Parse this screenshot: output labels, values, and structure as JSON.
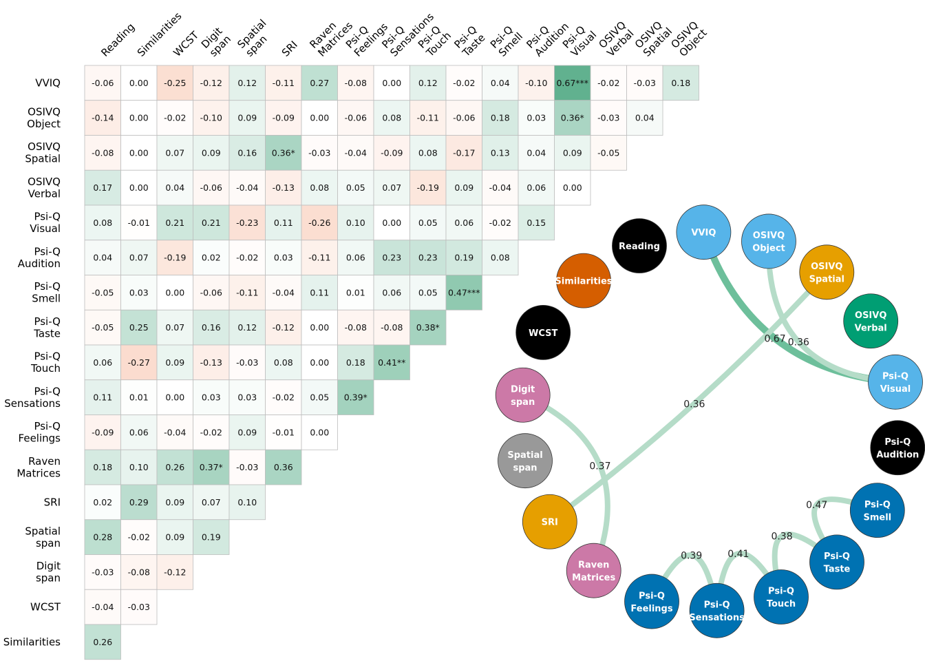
{
  "chart_data": [
    {
      "type": "heatmap",
      "columns": [
        [
          "Reading"
        ],
        [
          "Similarities"
        ],
        [
          "WCST"
        ],
        [
          "Digit",
          "span"
        ],
        [
          "Spatial",
          "span"
        ],
        [
          "SRI"
        ],
        [
          "Raven",
          "Matrices"
        ],
        [
          "Psi-Q",
          "Feelings"
        ],
        [
          "Psi-Q",
          "Sensations"
        ],
        [
          "Psi-Q",
          "Touch"
        ],
        [
          "Psi-Q",
          "Taste"
        ],
        [
          "Psi-Q",
          "Smell"
        ],
        [
          "Psi-Q",
          "Audition"
        ],
        [
          "Psi-Q",
          "Visual"
        ],
        [
          "OSIVQ",
          "Verbal"
        ],
        [
          "OSIVQ",
          "Spatial"
        ],
        [
          "OSIVQ",
          "Object"
        ]
      ],
      "rows": [
        [
          "VVIQ"
        ],
        [
          "OSIVQ",
          "Object"
        ],
        [
          "OSIVQ",
          "Spatial"
        ],
        [
          "OSIVQ",
          "Verbal"
        ],
        [
          "Psi-Q",
          "Visual"
        ],
        [
          "Psi-Q",
          "Audition"
        ],
        [
          "Psi-Q",
          "Smell"
        ],
        [
          "Psi-Q",
          "Taste"
        ],
        [
          "Psi-Q",
          "Touch"
        ],
        [
          "Psi-Q",
          "Sensations"
        ],
        [
          "Psi-Q",
          "Feelings"
        ],
        [
          "Raven",
          "Matrices"
        ],
        [
          "SRI"
        ],
        [
          "Spatial",
          "span"
        ],
        [
          "Digit",
          "span"
        ],
        [
          "WCST"
        ],
        [
          "Similarities"
        ]
      ],
      "values": [
        [
          -0.06,
          0.0,
          -0.25,
          -0.12,
          0.12,
          -0.11,
          0.27,
          -0.08,
          0.0,
          0.12,
          -0.02,
          0.04,
          -0.1,
          0.67,
          -0.02,
          -0.03,
          0.18
        ],
        [
          -0.14,
          0.0,
          -0.02,
          -0.1,
          0.09,
          -0.09,
          0.0,
          -0.06,
          0.08,
          -0.11,
          -0.06,
          0.18,
          0.03,
          0.36,
          -0.03,
          0.04
        ],
        [
          -0.08,
          0.0,
          0.07,
          0.09,
          0.16,
          0.36,
          -0.03,
          -0.04,
          -0.09,
          0.08,
          -0.17,
          0.13,
          0.04,
          0.09,
          -0.05
        ],
        [
          0.17,
          0.0,
          0.04,
          -0.06,
          -0.04,
          -0.13,
          0.08,
          0.05,
          0.07,
          -0.19,
          0.09,
          -0.04,
          0.06,
          0.0
        ],
        [
          0.08,
          -0.01,
          0.21,
          0.21,
          -0.23,
          0.11,
          -0.26,
          0.1,
          0.0,
          0.05,
          0.06,
          -0.02,
          0.15
        ],
        [
          0.04,
          0.07,
          -0.19,
          0.02,
          -0.02,
          0.03,
          -0.11,
          0.06,
          0.23,
          0.23,
          0.19,
          0.08
        ],
        [
          -0.05,
          0.03,
          0.0,
          -0.06,
          -0.11,
          -0.04,
          0.11,
          0.01,
          0.06,
          0.05,
          0.47
        ],
        [
          -0.05,
          0.25,
          0.07,
          0.16,
          0.12,
          -0.12,
          0.0,
          -0.08,
          -0.08,
          0.38
        ],
        [
          0.06,
          -0.27,
          0.09,
          -0.13,
          -0.03,
          0.08,
          0.0,
          0.18,
          0.41
        ],
        [
          0.11,
          0.01,
          0.0,
          0.03,
          0.03,
          -0.02,
          0.05,
          0.39
        ],
        [
          -0.09,
          0.06,
          -0.04,
          -0.02,
          0.09,
          -0.01,
          0.0
        ],
        [
          0.18,
          0.1,
          0.26,
          0.37,
          -0.03,
          0.36
        ],
        [
          0.02,
          0.29,
          0.09,
          0.07,
          0.1
        ],
        [
          0.28,
          -0.02,
          0.09,
          0.19
        ],
        [
          -0.03,
          -0.08,
          -0.12
        ],
        [
          -0.04,
          -0.03
        ],
        [
          0.26
        ]
      ],
      "labels": [
        [
          "-0.06",
          "0.00",
          "-0.25",
          "-0.12",
          "0.12",
          "-0.11",
          "0.27",
          "-0.08",
          "0.00",
          "0.12",
          "-0.02",
          "0.04",
          "-0.10",
          "0.67***",
          "-0.02",
          "-0.03",
          "0.18"
        ],
        [
          "-0.14",
          "0.00",
          "-0.02",
          "-0.10",
          "0.09",
          "-0.09",
          "0.00",
          "-0.06",
          "0.08",
          "-0.11",
          "-0.06",
          "0.18",
          "0.03",
          "0.36*",
          "-0.03",
          "0.04"
        ],
        [
          "-0.08",
          "0.00",
          "0.07",
          "0.09",
          "0.16",
          "0.36*",
          "-0.03",
          "-0.04",
          "-0.09",
          "0.08",
          "-0.17",
          "0.13",
          "0.04",
          "0.09",
          "-0.05"
        ],
        [
          "0.17",
          "0.00",
          "0.04",
          "-0.06",
          "-0.04",
          "-0.13",
          "0.08",
          "0.05",
          "0.07",
          "-0.19",
          "0.09",
          "-0.04",
          "0.06",
          "0.00"
        ],
        [
          "0.08",
          "-0.01",
          "0.21",
          "0.21",
          "-0.23",
          "0.11",
          "-0.26",
          "0.10",
          "0.00",
          "0.05",
          "0.06",
          "-0.02",
          "0.15"
        ],
        [
          "0.04",
          "0.07",
          "-0.19",
          "0.02",
          "-0.02",
          "0.03",
          "-0.11",
          "0.06",
          "0.23",
          "0.23",
          "0.19",
          "0.08"
        ],
        [
          "-0.05",
          "0.03",
          "0.00",
          "-0.06",
          "-0.11",
          "-0.04",
          "0.11",
          "0.01",
          "0.06",
          "0.05",
          "0.47***"
        ],
        [
          "-0.05",
          "0.25",
          "0.07",
          "0.16",
          "0.12",
          "-0.12",
          "0.00",
          "-0.08",
          "-0.08",
          "0.38*"
        ],
        [
          "0.06",
          "-0.27",
          "0.09",
          "-0.13",
          "-0.03",
          "0.08",
          "0.00",
          "0.18",
          "0.41**"
        ],
        [
          "0.11",
          "0.01",
          "0.00",
          "0.03",
          "0.03",
          "-0.02",
          "0.05",
          "0.39*"
        ],
        [
          "-0.09",
          "0.06",
          "-0.04",
          "-0.02",
          "0.09",
          "-0.01",
          "0.00"
        ],
        [
          "0.18",
          "0.10",
          "0.26",
          "0.37*",
          "-0.03",
          "0.36"
        ],
        [
          "0.02",
          "0.29",
          "0.09",
          "0.07",
          "0.10"
        ],
        [
          "0.28",
          "-0.02",
          "0.09",
          "0.19"
        ],
        [
          "-0.03",
          "-0.08",
          "-0.12"
        ],
        [
          "-0.04",
          "-0.03"
        ],
        [
          "0.26"
        ]
      ],
      "color_scale": {
        "negative": "#f4a582",
        "positive": "#5aae8a",
        "neutral": "#ffffff"
      }
    },
    {
      "type": "network",
      "nodes": [
        {
          "id": "reading",
          "label": [
            "Reading"
          ],
          "color": "#000000"
        },
        {
          "id": "vviq",
          "label": [
            "VVIQ"
          ],
          "color": "#56b4e9"
        },
        {
          "id": "osivq_object",
          "label": [
            "OSIVQ",
            "Object"
          ],
          "color": "#56b4e9"
        },
        {
          "id": "osivq_spatial",
          "label": [
            "OSIVQ",
            "Spatial"
          ],
          "color": "#e69f00"
        },
        {
          "id": "osivq_verbal",
          "label": [
            "OSIVQ",
            "Verbal"
          ],
          "color": "#009e73"
        },
        {
          "id": "psiq_visual",
          "label": [
            "Psi-Q",
            "Visual"
          ],
          "color": "#56b4e9"
        },
        {
          "id": "psiq_audition",
          "label": [
            "Psi-Q",
            "Audition"
          ],
          "color": "#000000"
        },
        {
          "id": "psiq_smell",
          "label": [
            "Psi-Q",
            "Smell"
          ],
          "color": "#0072b2"
        },
        {
          "id": "psiq_taste",
          "label": [
            "Psi-Q",
            "Taste"
          ],
          "color": "#0072b2"
        },
        {
          "id": "psiq_touch",
          "label": [
            "Psi-Q",
            "Touch"
          ],
          "color": "#0072b2"
        },
        {
          "id": "psiq_sensations",
          "label": [
            "Psi-Q",
            "Sensations"
          ],
          "color": "#0072b2"
        },
        {
          "id": "psiq_feelings",
          "label": [
            "Psi-Q",
            "Feelings"
          ],
          "color": "#0072b2"
        },
        {
          "id": "raven",
          "label": [
            "Raven",
            "Matrices"
          ],
          "color": "#cc79a7"
        },
        {
          "id": "sri",
          "label": [
            "SRI"
          ],
          "color": "#e69f00"
        },
        {
          "id": "spatial_span",
          "label": [
            "Spatial",
            "span"
          ],
          "color": "#999999"
        },
        {
          "id": "digit_span",
          "label": [
            "Digit",
            "span"
          ],
          "color": "#cc79a7"
        },
        {
          "id": "wcst",
          "label": [
            "WCST"
          ],
          "color": "#000000"
        },
        {
          "id": "similarities",
          "label": [
            "Similarities"
          ],
          "color": "#d55e00"
        }
      ],
      "edges": [
        {
          "source": "vviq",
          "target": "psiq_visual",
          "weight": 0.67,
          "label": "0.67"
        },
        {
          "source": "osivq_object",
          "target": "psiq_visual",
          "weight": 0.36,
          "label": "0.36"
        },
        {
          "source": "osivq_spatial",
          "target": "sri",
          "weight": 0.36,
          "label": "0.36"
        },
        {
          "source": "digit_span",
          "target": "raven",
          "weight": 0.37,
          "label": "0.37"
        },
        {
          "source": "psiq_smell",
          "target": "psiq_taste",
          "weight": 0.47,
          "label": "0.47"
        },
        {
          "source": "psiq_taste",
          "target": "psiq_touch",
          "weight": 0.38,
          "label": "0.38"
        },
        {
          "source": "psiq_touch",
          "target": "psiq_sensations",
          "weight": 0.41,
          "label": "0.41"
        },
        {
          "source": "psiq_sensations",
          "target": "psiq_feelings",
          "weight": 0.39,
          "label": "0.39"
        }
      ]
    }
  ]
}
